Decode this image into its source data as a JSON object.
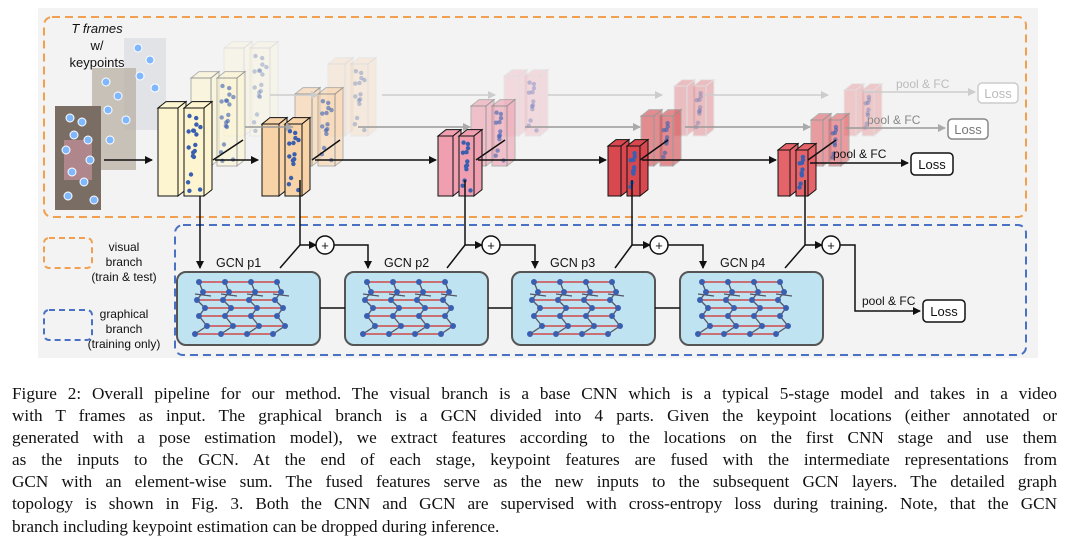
{
  "figure": {
    "input_label": [
      "T frames",
      "w/",
      "keypoints"
    ],
    "pool_fc_label": "pool & FC",
    "loss_label": "Loss",
    "sum_symbol": "+",
    "gcn_labels": [
      "GCN p1",
      "GCN p2",
      "GCN p3",
      "GCN p4"
    ],
    "legend": {
      "visual": [
        "visual",
        "branch",
        "(train & test)"
      ],
      "graphical": [
        "graphical",
        "branch",
        "(training only)"
      ]
    },
    "colors": {
      "visual_branch_border": "#f0a050",
      "graphical_branch_border": "#4a72c4",
      "gcn_fill": "#bfe3f0",
      "stage_colors": [
        "#fdf5cf",
        "#f9d3a8",
        "#ef9fb0",
        "#d8484e",
        "#e4646a"
      ],
      "keypoint_dot": "#3a5fb0",
      "graph_edge": "#d02a2a"
    }
  },
  "caption": {
    "line1": "Figure 2: Overall pipeline for our method. The visual branch is a base CNN which is a typical 5-stage model and takes in a video",
    "line2": "with T frames as input. The graphical branch is a GCN divided into 4 parts. Given the keypoint locations (either annotated or",
    "line3": "generated with a pose estimation model), we extract features according to the locations on the first CNN stage and use them",
    "line4": "as the inputs to the GCN. At the end of each stage, keypoint features are fused with the intermediate representations from",
    "line5": "GCN with an element-wise sum. The fused features serve as the new inputs to the subsequent GCN layers. The detailed graph",
    "line6": "topology is shown in Fig. 3. Both the CNN and GCN are supervised with cross-entropy loss during training. Note, that the GCN",
    "line7": "branch including keypoint estimation can be dropped during inference."
  }
}
